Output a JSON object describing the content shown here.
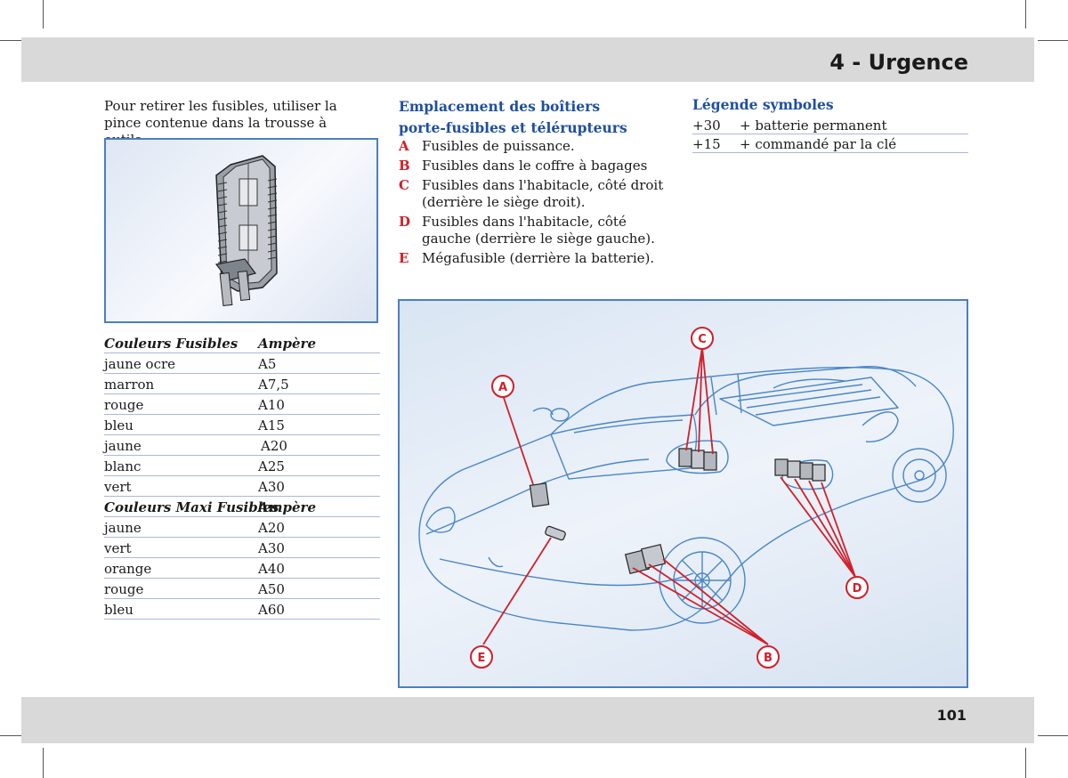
{
  "header": {
    "chapter_title": "4 - Urgence"
  },
  "footer": {
    "page_number": "101"
  },
  "intro": {
    "text": "Pour retirer les fusibles, utiliser la pince contenue dans la trousse à outils."
  },
  "fuse_table": {
    "header": [
      "Couleurs Fusibles",
      "Ampère"
    ],
    "rows": [
      [
        "jaune ocre",
        "A5"
      ],
      [
        "marron",
        "A7,5"
      ],
      [
        "rouge",
        "A10"
      ],
      [
        "bleu",
        "A15"
      ],
      [
        "jaune",
        "A20"
      ],
      [
        "blanc",
        "A25"
      ],
      [
        "vert",
        "A30"
      ]
    ],
    "maxi_header": [
      "Couleurs Maxi Fusibles",
      "Ampère"
    ],
    "maxi_rows": [
      [
        "jaune",
        "A20"
      ],
      [
        "vert",
        "A30"
      ],
      [
        "orange",
        "A40"
      ],
      [
        "rouge",
        "A50"
      ],
      [
        "bleu",
        "A60"
      ]
    ]
  },
  "locations": {
    "title_line1": "Emplacement des boîtiers",
    "title_line2": "porte-fusibles et télérupteurs",
    "items": [
      {
        "letter": "A",
        "text": "Fusibles de puissance."
      },
      {
        "letter": "B",
        "text": "Fusibles dans le coffre à bagages"
      },
      {
        "letter": "C",
        "text": "Fusibles dans l'habitacle, côté droit (derrière le siège droit)."
      },
      {
        "letter": "D",
        "text": "Fusibles dans l'habitacle, côté gauche (derrière le siège gauche)."
      },
      {
        "letter": "E",
        "text": "Mégafusible (derrière la batterie)."
      }
    ]
  },
  "legend": {
    "title": "Légende symboles",
    "rows": [
      {
        "symbol": "+30",
        "desc": "+ batterie permanent"
      },
      {
        "symbol": "+15",
        "desc": "+ commandé par la clé"
      }
    ]
  },
  "diagram": {
    "callouts": [
      "A",
      "B",
      "C",
      "D",
      "E"
    ],
    "colors": {
      "line": "#4a86c8",
      "callout": "#d0202a",
      "frame": "#4a7fc4"
    }
  }
}
